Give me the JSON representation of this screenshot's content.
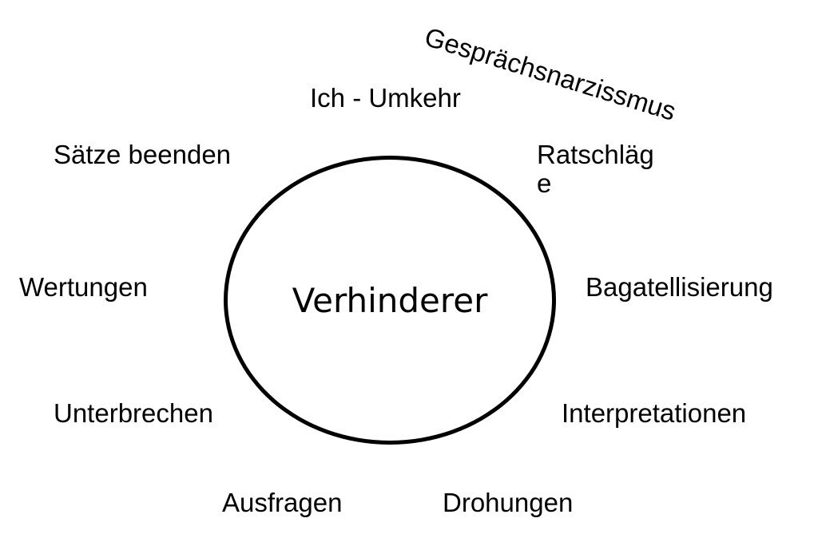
{
  "diagram": {
    "center_label": "Verhinderer",
    "side_title": "Gesprächsnarzissmus",
    "nodes": {
      "ich_umkehr": "Ich - Umkehr",
      "saetze_beenden": "Sätze beenden",
      "ratschlaege": "Ratschläge",
      "wertungen": "Wertungen",
      "bagatellisierung": "Bagatellisierung",
      "unterbrechen": "Unterbrechen",
      "interpretationen": "Interpretationen",
      "ausfragen": "Ausfragen",
      "drohungen": "Drohungen"
    }
  }
}
